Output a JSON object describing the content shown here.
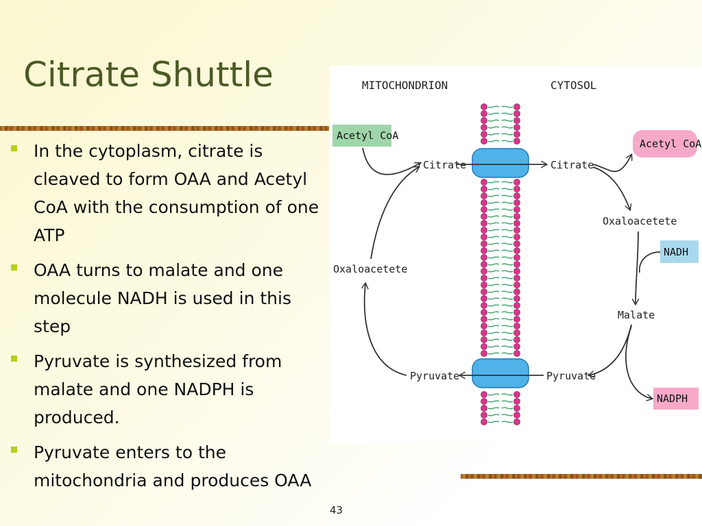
{
  "slide": {
    "title": "Citrate Shuttle",
    "page_number": "43",
    "bullets": [
      "In the cytoplasm, citrate is cleaved to form OAA and Acetyl CoA with the consumption of one ATP",
      "OAA turns to malate and one molecule NADH is used in this step",
      "Pyruvate is synthesized from malate and one NADPH is produced.",
      "Pyruvate enters to the mitochondria and produces OAA"
    ]
  },
  "diagram": {
    "headers": {
      "left": "MITOCHONDRION",
      "right": "CYTOSOL"
    },
    "labels": {
      "acetyl_coa_mito": "Acetyl CoA",
      "citrate_mito": "Citrate",
      "citrate_cyto": "Citrate",
      "acetyl_coa_cyto": "Acetyl CoA",
      "oxaloacetate_cyto": "Oxaloacetete",
      "nadh": "NADH",
      "oxaloacetate_mito": "Oxaloacetete",
      "malate": "Malate",
      "pyruvate_mito": "Pyruvate",
      "pyruvate_cyto": "Pyruvate",
      "nadph": "NADPH"
    },
    "colors": {
      "mito_box": "#9fd6a9",
      "cyto_acetyl_box": "#f6a9c9",
      "nadh_box": "#a9d9ef",
      "nadph_box": "#f6a9c9",
      "transporter": "#4fb3ea",
      "lipid_head": "#d6378a",
      "lipid_tail": "#2f9a5c"
    }
  }
}
